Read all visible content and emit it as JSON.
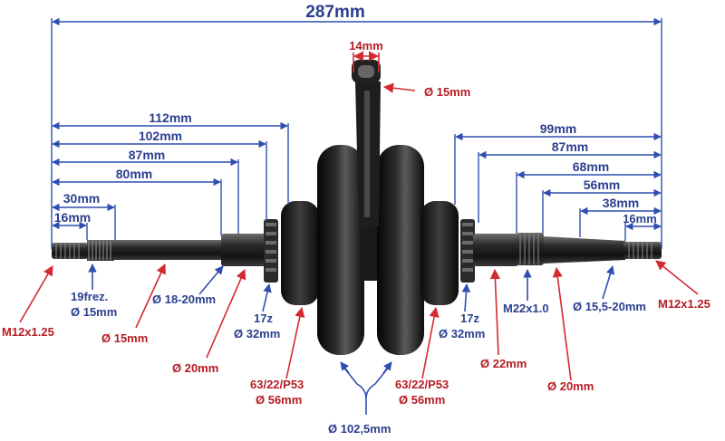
{
  "colors": {
    "dimension_blue": "#2a3f8f",
    "callout_red": "#b51d24",
    "steel_dark": "#1c1c1c",
    "steel_mid": "#3a3a3a",
    "steel_light": "#8a8a8a"
  },
  "dimensions": {
    "overall": "287mm",
    "rod_width": "14mm",
    "left_112": "112mm",
    "left_102": "102mm",
    "left_87": "87mm",
    "left_80": "80mm",
    "left_30": "30mm",
    "left_16": "16mm",
    "right_99": "99mm",
    "right_87": "87mm",
    "right_68": "68mm",
    "right_56": "56mm",
    "right_38": "38mm",
    "right_16": "16mm"
  },
  "callouts": {
    "rod_pin": "Ø 15mm",
    "left_thread": "M12x1.25",
    "spline_line1": "19frez.",
    "spline_line2": "Ø 15mm",
    "shaft_15": "Ø 15mm",
    "shaft_18_20": "Ø 18-20mm",
    "shaft_20": "Ø 20mm",
    "sprocket_left_line1": "17z",
    "sprocket_left_line2": "Ø 32mm",
    "bearing_left_line1": "63/22/P53",
    "bearing_left_line2": "Ø 56mm",
    "flywheel": "Ø 102,5mm",
    "bearing_right_line1": "63/22/P53",
    "bearing_right_line2": "Ø 56mm",
    "sprocket_right_line1": "17z",
    "sprocket_right_line2": "Ø 32mm",
    "shaft_22": "Ø 22mm",
    "thread_m22": "M22x1.0",
    "shaft_20_right": "Ø 20mm",
    "taper": "Ø 15,5-20mm",
    "right_thread": "M12x1.25"
  }
}
